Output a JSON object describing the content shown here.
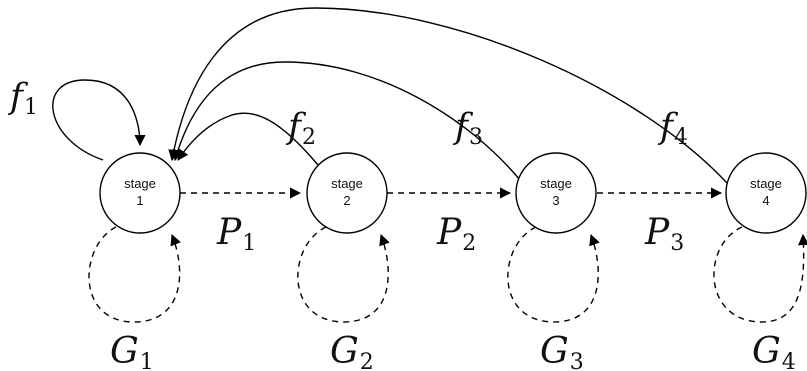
{
  "nodes": [
    {
      "id": "stage1",
      "line1": "stage",
      "line2": "1"
    },
    {
      "id": "stage2",
      "line1": "stage",
      "line2": "2"
    },
    {
      "id": "stage3",
      "line1": "stage",
      "line2": "3"
    },
    {
      "id": "stage4",
      "line1": "stage",
      "line2": "4"
    }
  ],
  "feedback_labels": [
    {
      "base": "f",
      "sub": "1"
    },
    {
      "base": "f",
      "sub": "2"
    },
    {
      "base": "f",
      "sub": "3"
    },
    {
      "base": "f",
      "sub": "4"
    }
  ],
  "forward_labels": [
    {
      "base": "P",
      "sub": "1"
    },
    {
      "base": "P",
      "sub": "2"
    },
    {
      "base": "P",
      "sub": "3"
    }
  ],
  "loop_labels": [
    {
      "base": "G",
      "sub": "1"
    },
    {
      "base": "G",
      "sub": "2"
    },
    {
      "base": "G",
      "sub": "3"
    },
    {
      "base": "G",
      "sub": "4"
    }
  ]
}
